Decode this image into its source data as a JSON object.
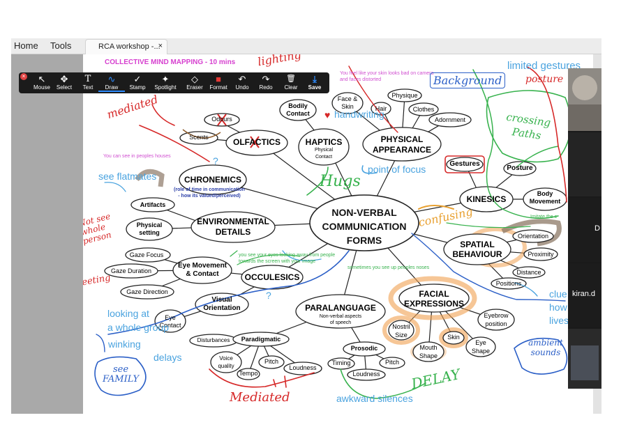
{
  "app_menu": {
    "home": "Home",
    "tools": "Tools"
  },
  "tab": {
    "title": "RCA workshop -...",
    "close": "×"
  },
  "toolbar": {
    "tools": [
      {
        "label": "Mouse",
        "glyph": "↖"
      },
      {
        "label": "Select",
        "glyph": "✥"
      },
      {
        "label": "Text",
        "glyph": "T"
      },
      {
        "label": "Draw",
        "glyph": "∿"
      },
      {
        "label": "Stamp",
        "glyph": "✓"
      },
      {
        "label": "Spotlight",
        "glyph": "✦"
      },
      {
        "label": "Eraser",
        "glyph": "◇"
      },
      {
        "label": "Format",
        "glyph": "■"
      },
      {
        "label": "Undo",
        "glyph": "↶"
      },
      {
        "label": "Redo",
        "glyph": "↷"
      },
      {
        "label": "Clear",
        "glyph": "🗑"
      },
      {
        "label": "Save",
        "glyph": "⤓"
      }
    ],
    "format_color": "#e53935"
  },
  "board": {
    "title": "COLLECTIVE MIND MAPPING - 10 mins",
    "center": [
      "NON-VERBAL",
      "COMMUNICATION",
      "FORMS"
    ],
    "nodes": {
      "olfactics": "OLFACTICS",
      "haptics": "HAPTICS",
      "haptics_sub": "Physical",
      "haptics_sub2": "Contact",
      "physical_appearance_1": "PHYSICAL",
      "physical_appearance_2": "APPEARANCE",
      "chronemics": "CHRONEMICS",
      "chronemics_sub1": "(role of time in communication",
      "chronemics_sub2": "- how its valued/perceived)",
      "environmental_1": "ENVIRONMENTAL",
      "environmental_2": "DETAILS",
      "kinesics": "KINESICS",
      "spatial_1": "SPATIAL",
      "spatial_2": "BEHAVIOUR",
      "occulesics": "OCCULESICS",
      "paralanguage": "PARALANGUAGE",
      "paralanguage_sub1": "Non-verbal aspects",
      "paralanguage_sub2": "of speech",
      "facial_1": "FACIAL",
      "facial_2": "EXPRESSIONS",
      "eye_movement_1": "Eye Movement",
      "eye_movement_2": "& Contact",
      "visual_orientation_1": "Visual",
      "visual_orientation_2": "Orientation",
      "odours": "Odours",
      "scents": "Scents",
      "bodily_contact_1": "Bodily",
      "bodily_contact_2": "Contact",
      "face_skin_1": "Face &",
      "face_skin_2": "Skin",
      "hair": "Hair",
      "physique": "Physique",
      "clothes": "Clothes",
      "adornment": "Adornment",
      "gestures": "Gestures",
      "posture": "Posture",
      "body_movement_1": "Body",
      "body_movement_2": "Movement",
      "orientation": "Orientation",
      "proximity": "Proximity",
      "distance": "Distance",
      "positions": "Positions",
      "artifacts": "Artifacts",
      "physical_setting_1": "Physical",
      "physical_setting_2": "setting",
      "gaze_focus": "Gaze Focus",
      "gaze_duration": "Gaze Duration",
      "gaze_direction": "Gaze Direction",
      "eye_contact_1": "Eye",
      "eye_contact_2": "Contact",
      "disturbances": "Disturbances",
      "paradigmatic": "Paradigmatic",
      "voice_quality_1": "Voice",
      "voice_quality_2": "quality",
      "pitch": "Pitch",
      "tempo": "Tempo",
      "loudness": "Loudness",
      "prosodic": "Prosodic",
      "timing": "Timing",
      "nostril_1": "Nostril",
      "nostril_2": "Size",
      "mouth_1": "Mouth",
      "mouth_2": "Shape",
      "skin": "Skin",
      "eye_shape_1": "Eye",
      "eye_shape_2": "Shape",
      "eyebrow_1": "Eyebrow",
      "eyebrow_2": "position"
    },
    "typed_notes": {
      "skin_note_1": "You feel like your skin looks bad on camera",
      "skin_note_2": "and faces distorted",
      "houses_note": "You can see in peoples houses",
      "eyes_note_1": "you see your eyes looking away from people",
      "eyes_note_2": "towards the screen with your image",
      "noses_note": "sometimes you see up peoples noses",
      "imitate_note": "Imitate the c"
    },
    "handwriting": {
      "lighting": "lighting",
      "limited_gestures": "limited gestures",
      "posture_hw": "posture",
      "background": "Background",
      "crossing_paths": "crossing Paths",
      "mediated_top": "mediated",
      "handwriting": "handwriting",
      "point_of_focus": "point of focus",
      "hugs": "Hugs",
      "see_flatmates": "see flatmates",
      "not_see_whole": "Not see whole person",
      "meeting": "meeting",
      "confusing": "confusing",
      "looking_at": "looking at",
      "whole_group": "a whole group",
      "winking": "winking",
      "delays": "delays",
      "see_family": "see FAMILY",
      "mediated_bottom": "Mediated",
      "delay": "DELAY",
      "awkward_silences": "awkward silences",
      "clues_1": "clue",
      "clues_2": "how",
      "clues_3": "lives",
      "ambient_sounds": "ambient sounds"
    }
  },
  "video": {
    "tile_letter": "D",
    "name": "kiran.d"
  },
  "colors": {
    "red": "#d62828",
    "blue": "#2b5fc7",
    "light_blue": "#4aa3df",
    "green": "#37b24d",
    "orange": "#f0a050",
    "brown": "#8c7866",
    "pink": "#d04fd0",
    "title_pink": "#d63fcf"
  }
}
